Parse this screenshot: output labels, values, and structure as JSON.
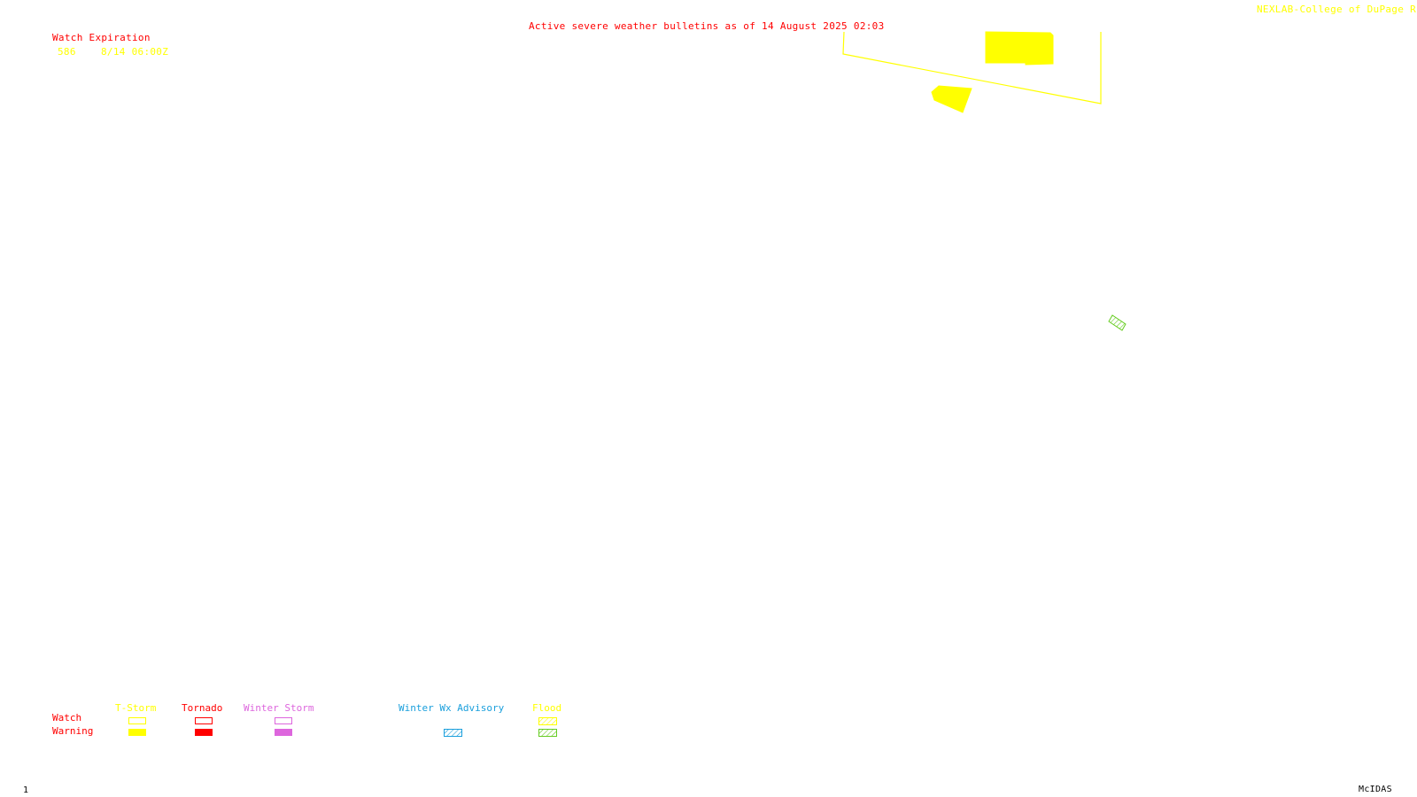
{
  "title": "Active severe weather bulletins as of 14 August 2025 02:03",
  "credit": "NEXLAB-College of DuPage R",
  "watch_expiration": {
    "heading": "Watch Expiration",
    "rows": [
      {
        "watch_id": "586",
        "expires": "8/14 06:00Z"
      }
    ]
  },
  "legend": {
    "row_labels": {
      "watch": "Watch",
      "warning": "Warning"
    },
    "categories": [
      {
        "label": "T-Storm",
        "color": "#ffff00"
      },
      {
        "label": "Tornado",
        "color": "#ff0000"
      },
      {
        "label": "Winter Storm",
        "color": "#dd66dd"
      },
      {
        "label": "Winter Wx Advisory",
        "color": "#1a9fdc"
      },
      {
        "label": "Flood",
        "color": "#ffff00",
        "warning_color": "#66cc22"
      }
    ]
  },
  "footer": {
    "frame_number": "1",
    "software": "McIDAS"
  },
  "colors": {
    "title_red": "#ff0000",
    "tstorm_yellow": "#ffff00",
    "flood_green": "#66cc22",
    "background": "#ffffff"
  }
}
